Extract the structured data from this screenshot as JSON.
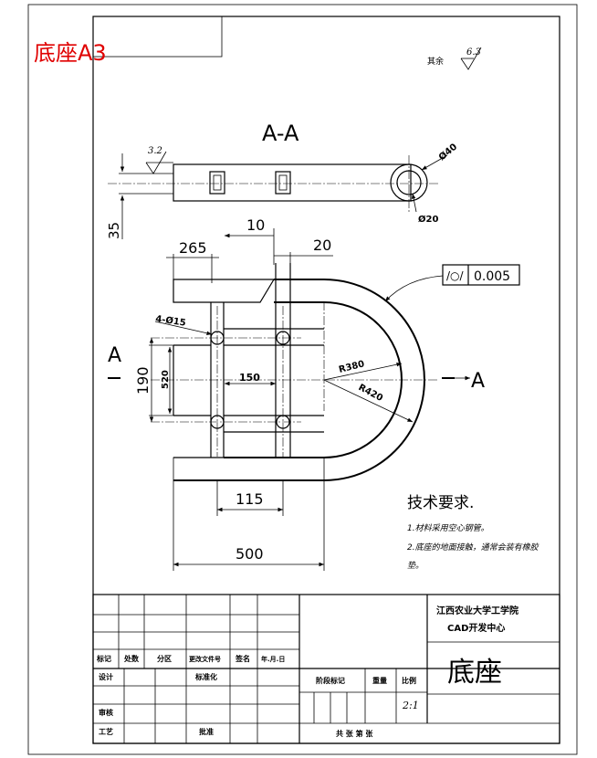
{
  "sheet_label": "底座A3",
  "roughness": {
    "other_label": "其余",
    "other_value": "6.3",
    "top_value": "3.2"
  },
  "view": {
    "section_title": "A-A",
    "section_mark_left": "A",
    "section_mark_right": "A",
    "dims": {
      "d40": "Ø40",
      "d20": "Ø20",
      "h35": "35",
      "w265": "265",
      "w10": "10",
      "w20": "20",
      "holes": "4-Ø15",
      "h190": "190",
      "h520": "520",
      "w150": "150",
      "r380": "R380",
      "r420": "R420",
      "w115": "115",
      "w500": "500"
    },
    "tolerance": {
      "symbol": "/○/",
      "value": "0.005"
    }
  },
  "tech_req": {
    "title": "技术要求.",
    "items": [
      "1.材料采用空心钢管。",
      "2.底座的地面接触，通常会装有橡胶",
      "垫。"
    ]
  },
  "title_block": {
    "org_line1": "江西农业大学工学院",
    "org_line2": "CAD开发中心",
    "part_name": "底座",
    "labels": {
      "mark": "标记",
      "count": "处数",
      "zone": "分区",
      "doc_no": "更改文件号",
      "sign": "签名",
      "date": "年.月.日",
      "design": "设计",
      "standard": "标准化",
      "stage": "阶段标记",
      "weight": "重量",
      "scale": "比例",
      "review": "审核",
      "process": "工艺",
      "approve": "批准",
      "sheets": "共 张 第 张"
    },
    "scale_value": "2:1"
  }
}
